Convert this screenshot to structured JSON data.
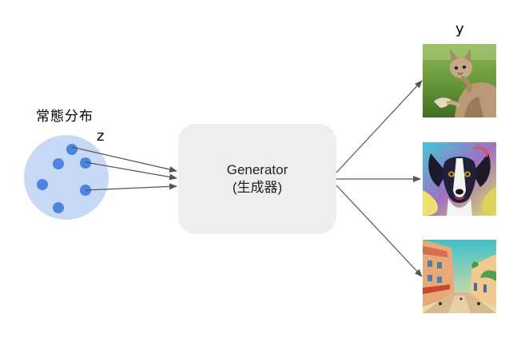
{
  "distribution": {
    "label": "常態分布",
    "points": 6
  },
  "latent": {
    "label": "z"
  },
  "generator": {
    "line1": "Generator",
    "line2": "(生成器)"
  },
  "output": {
    "label": "y",
    "images": [
      {
        "icon": "cat-photo-icon"
      },
      {
        "icon": "dog-painting-icon"
      },
      {
        "icon": "street-painting-icon"
      }
    ]
  },
  "colors": {
    "distribution_fill": "#c8d9f5",
    "point": "#4a86e0",
    "arrow": "#555555",
    "box": "#eeeeee"
  }
}
